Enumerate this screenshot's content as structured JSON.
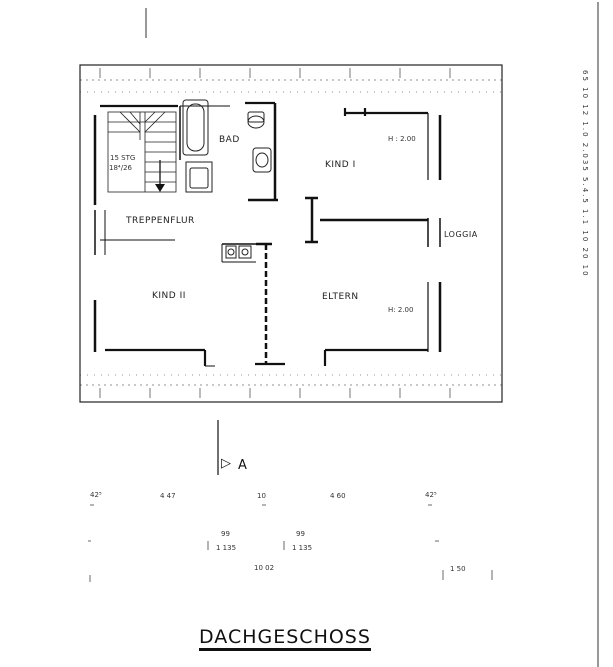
{
  "title": "DACHGESCHOSS",
  "rooms": {
    "bad": "BAD",
    "kind1": "KIND  I",
    "kind2": "KIND  II",
    "eltern": "ELTERN",
    "treppenflur": "TREPPENFLUR",
    "loggia": "LOGGIA"
  },
  "annotations": {
    "stairs_count": "15  STG",
    "stairs_ratio": "18⁴/26",
    "h_kind1": "H : 2.00",
    "h_eltern": "H: 2.00",
    "right_edge": "65  10 12  1.0 2.035  5.4.5  1.1 10 20 10"
  },
  "section_marker": {
    "symbol": "▷",
    "label": "A"
  },
  "dimensions": {
    "row1": [
      "42⁵",
      "4 47",
      "10",
      "4 60",
      "42⁵"
    ],
    "row2": [
      "99",
      "1 135",
      "99",
      "1 135"
    ],
    "row3": [
      "10  02",
      "1 50"
    ]
  }
}
